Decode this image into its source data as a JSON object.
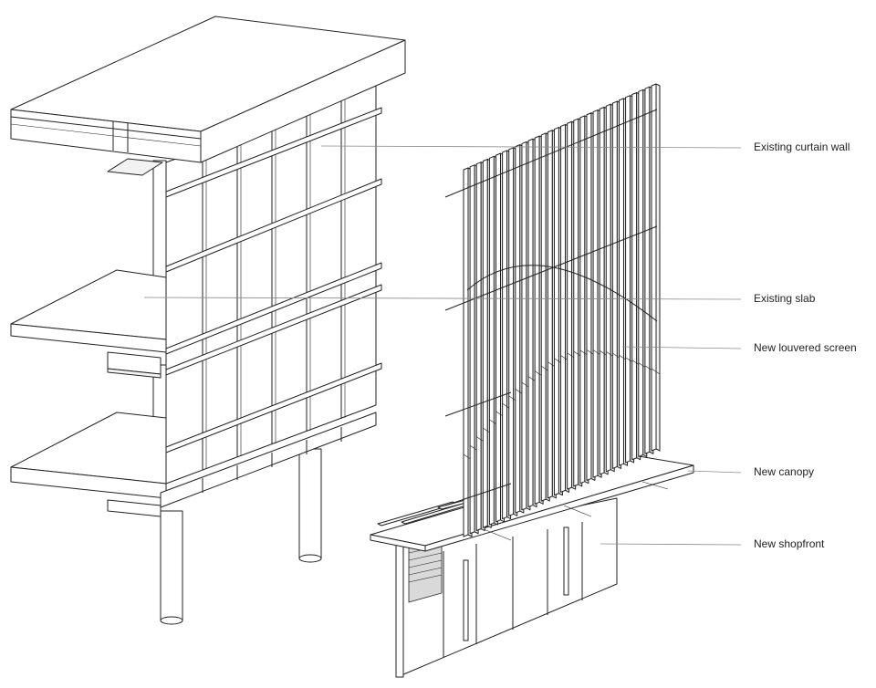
{
  "labels": {
    "curtain_wall": "Existing curtain wall",
    "slab": "Existing slab",
    "louvered_screen": "New louvered screen",
    "canopy": "New canopy",
    "shopfront": "New shopfront"
  }
}
